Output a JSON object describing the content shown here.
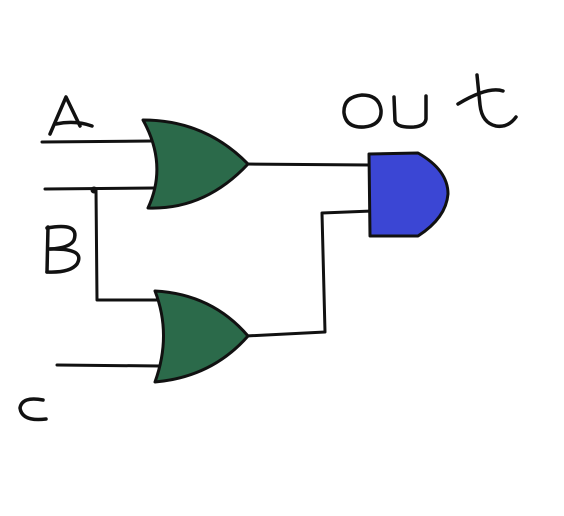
{
  "labels": {
    "input_a": "A",
    "input_b": "B",
    "input_c": "c",
    "output": "out"
  },
  "colors": {
    "or_gate_fill": "#2b6a4a",
    "and_gate_fill": "#3b46d4",
    "wire": "#111111",
    "background": "#ffffff"
  },
  "gates": [
    {
      "type": "OR",
      "inputs": [
        "A",
        "B"
      ]
    },
    {
      "type": "OR",
      "inputs": [
        "B",
        "c"
      ]
    },
    {
      "type": "AND",
      "inputs": [
        "OR1",
        "OR2"
      ],
      "output": "out"
    }
  ]
}
